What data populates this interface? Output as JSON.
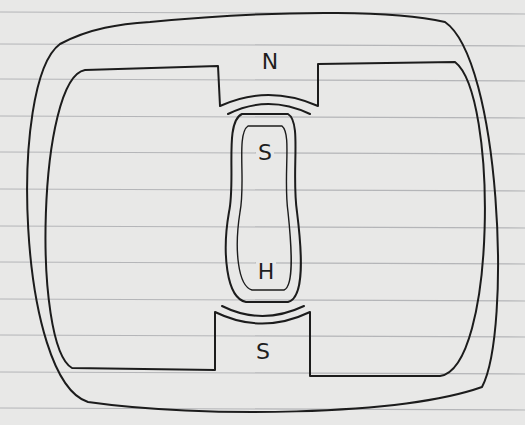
{
  "diagram": {
    "labels": [
      "N",
      "S",
      "H",
      "S"
    ]
  }
}
